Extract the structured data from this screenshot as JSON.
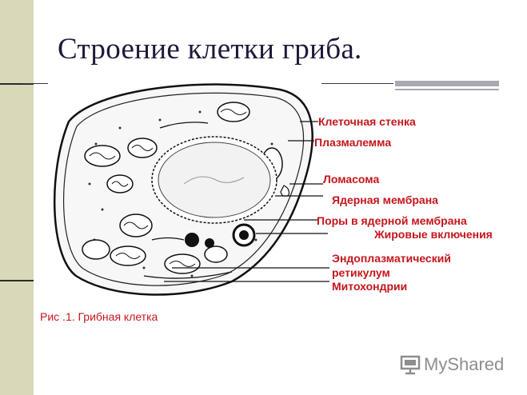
{
  "slide": {
    "title": "Строение клетки гриба.",
    "caption": "Рис .1. Грибная клетка"
  },
  "labels": [
    {
      "id": "cell-wall",
      "text": "Клеточная стенка"
    },
    {
      "id": "plasmalemma",
      "text": "Плазмалемма"
    },
    {
      "id": "lomasome",
      "text": "Ломасома"
    },
    {
      "id": "nuclear-membrane",
      "text": "Ядерная мембрана"
    },
    {
      "id": "nuclear-pores",
      "text": "Поры в ядерной мембрана"
    },
    {
      "id": "fat-inclusions",
      "text": "Жировые включения"
    },
    {
      "id": "er-line1",
      "text": "Эндоплазматический"
    },
    {
      "id": "er-line2",
      "text": "ретикулум"
    },
    {
      "id": "mitochondria",
      "text": "Митохондрии"
    }
  ],
  "watermark": {
    "brand": "MyShared",
    "icon": "presentation-screen-icon"
  },
  "colors": {
    "label": "#c4161c",
    "title": "#1c1a3a",
    "band": "#d9d8b8"
  }
}
